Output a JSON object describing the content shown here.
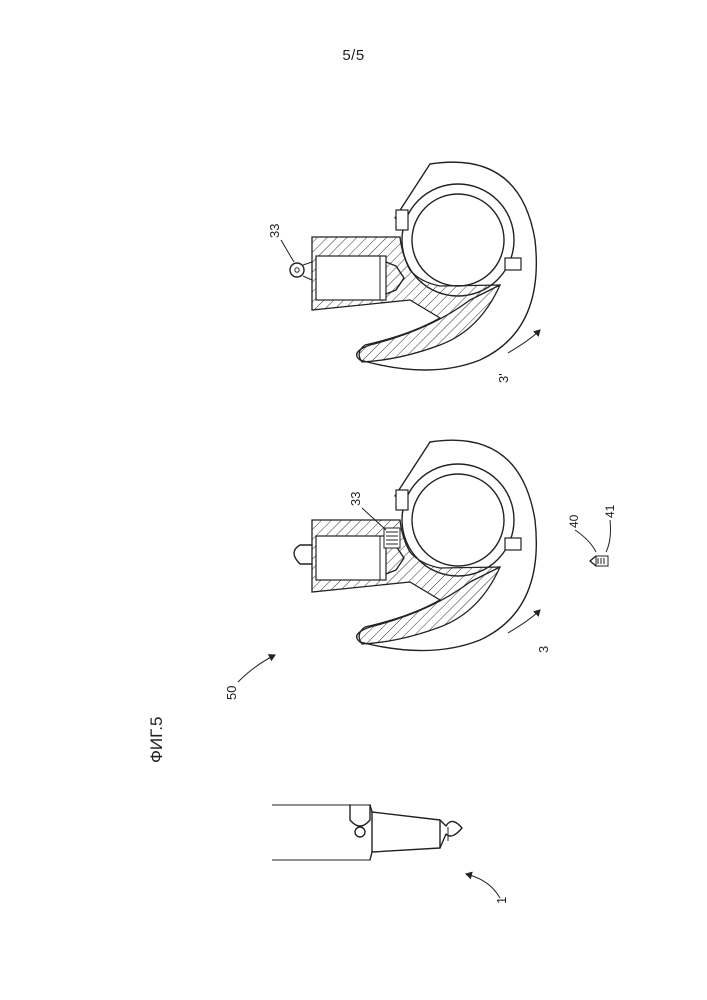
{
  "sheet": {
    "page_number": "5/5",
    "figure_label": "ФИГ.5"
  },
  "reference_numerals": {
    "tool": "1",
    "assembly": "50",
    "clamp_body": "3",
    "clamp_body_alt": "3'",
    "pin_left": "33",
    "pin_right": "33",
    "screw_head": "40",
    "screw_tip": "41"
  }
}
